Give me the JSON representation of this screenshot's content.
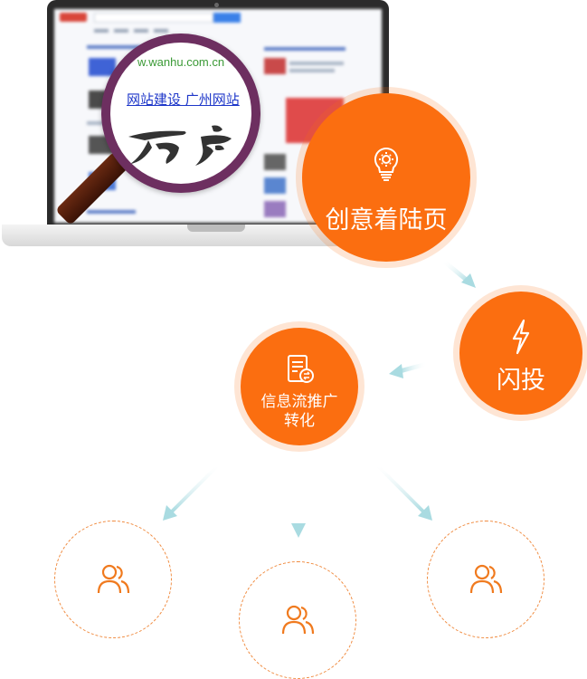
{
  "magnifier": {
    "url_text": "w.wanhu.com.cn",
    "link_text": "网站建设 广州网站"
  },
  "steps": [
    {
      "label": "创意着陆页",
      "icon": "lightbulb-gear-icon"
    },
    {
      "label": "闪投",
      "icon": "lightning-icon"
    },
    {
      "label_line1": "信息流推广",
      "label_line2": "转化",
      "icon": "document-list-icon"
    }
  ],
  "audience_icons": [
    "users-icon",
    "users-icon",
    "users-icon"
  ],
  "colors": {
    "accent": "#fb6e10",
    "arrow": "#a9dbe1",
    "magnifier_ring": "#6d2f60",
    "dashed_ring": "#f08a3e"
  }
}
